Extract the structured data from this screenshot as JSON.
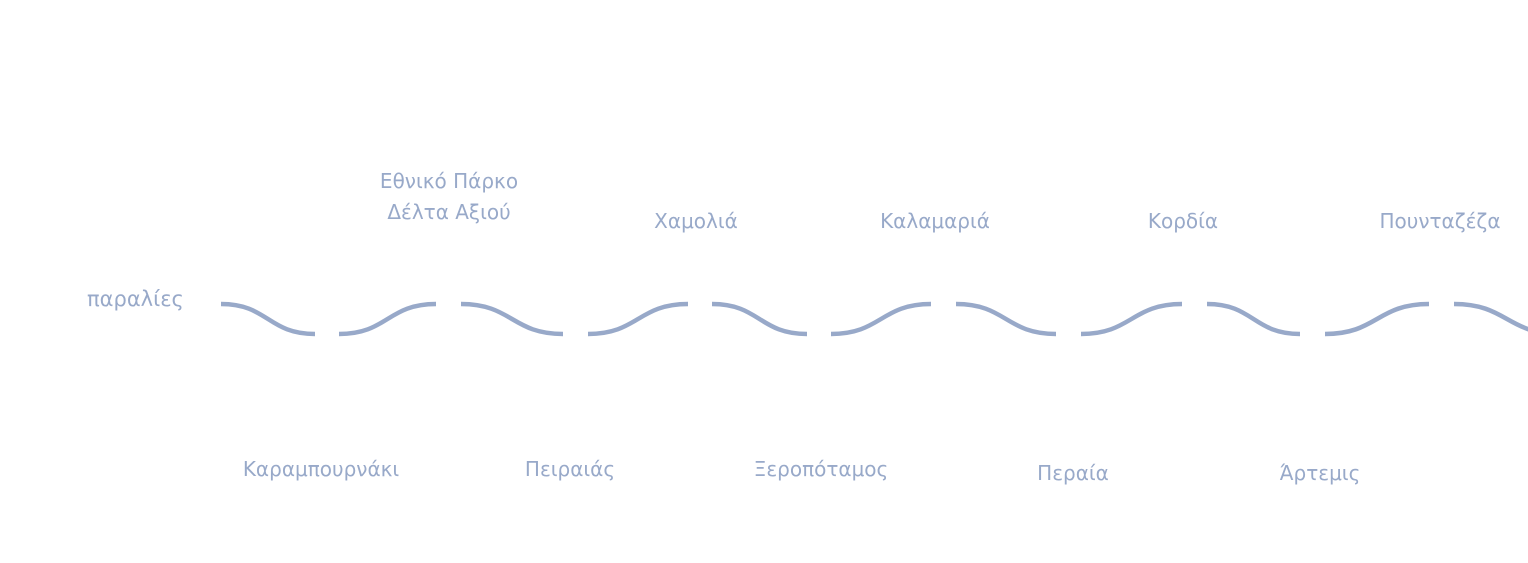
{
  "title": "παραλίες",
  "color": "#98a9c9",
  "top_labels": [
    {
      "line1": "Εθνικό Πάρκο",
      "line2": "Δέλτα Αξιού"
    },
    {
      "line1": "Χαμολιά"
    },
    {
      "line1": "Καλαμαριά"
    },
    {
      "line1": "Κορδία"
    },
    {
      "line1": "Πουνταζέζα"
    }
  ],
  "bottom_labels": [
    "Καραμπουρνάκι",
    "Πειραιάς",
    "Ξεροπόταμος",
    "Περαία",
    "Άρτεμις"
  ]
}
